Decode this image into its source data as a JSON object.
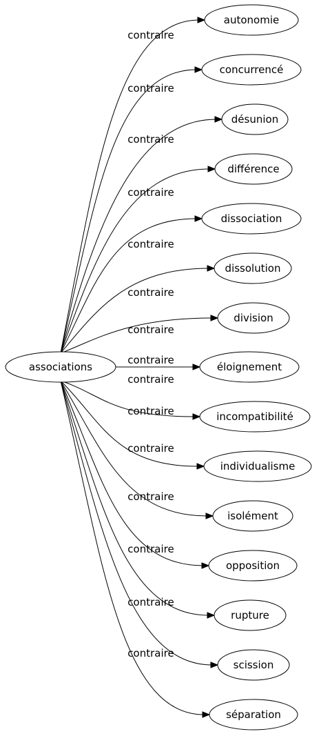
{
  "diagram": {
    "source": {
      "label": "associations"
    },
    "edge_label": "contraire",
    "targets": [
      {
        "label": "autonomie"
      },
      {
        "label": "concurrencé"
      },
      {
        "label": "désunion"
      },
      {
        "label": "différence"
      },
      {
        "label": "dissociation"
      },
      {
        "label": "dissolution"
      },
      {
        "label": "division"
      },
      {
        "label": "éloignement"
      },
      {
        "label": "incompatibilité"
      },
      {
        "label": "individualisme"
      },
      {
        "label": "isolément"
      },
      {
        "label": "opposition"
      },
      {
        "label": "rupture"
      },
      {
        "label": "scission"
      },
      {
        "label": "séparation"
      }
    ]
  },
  "colors": {
    "stroke": "#000000",
    "fill": "#ffffff"
  }
}
